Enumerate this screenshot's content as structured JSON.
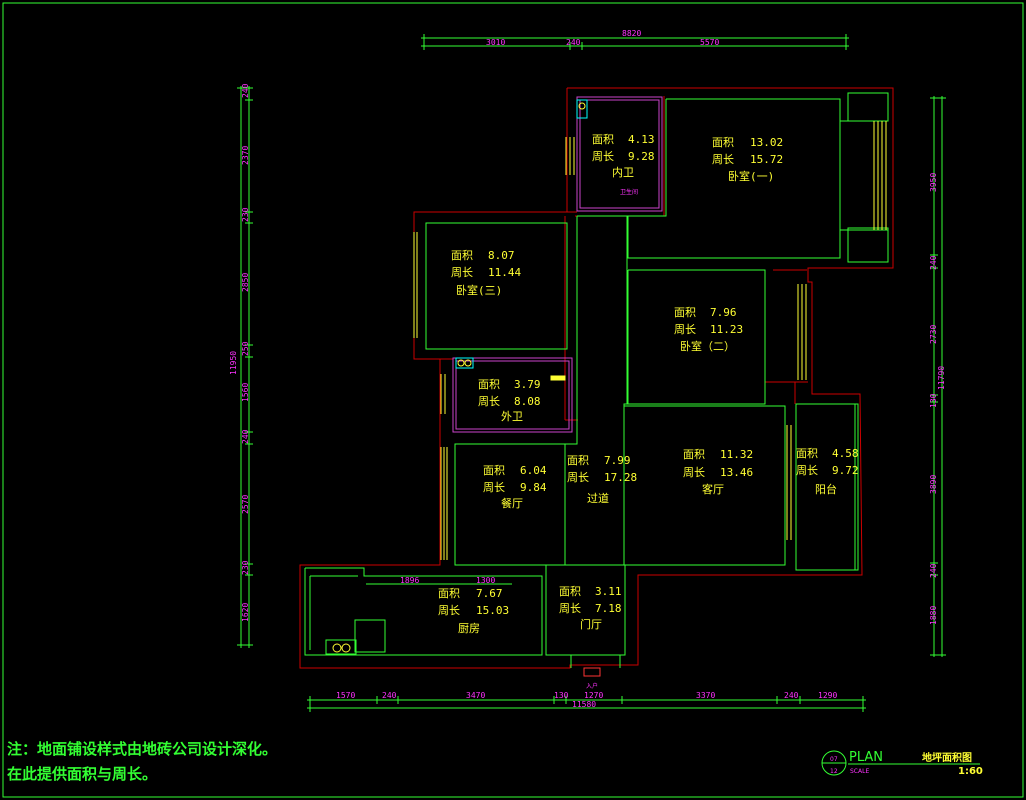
{
  "colors": {
    "background": "#000000",
    "wall_outer": "#cc0000",
    "wall_inner": "#33ff33",
    "dimension": "#ff33ff",
    "room_text": "#ffff33",
    "window": "#ffff33"
  },
  "plan": {
    "area_label": "面积",
    "perimeter_label": "周长",
    "rooms": [
      {
        "id": "inner-bath",
        "area": "4.13",
        "perimeter": "9.28",
        "name": "内卫"
      },
      {
        "id": "bedroom-1",
        "area": "13.02",
        "perimeter": "15.72",
        "name": "卧室(一)"
      },
      {
        "id": "bedroom-3",
        "area": "8.07",
        "perimeter": "11.44",
        "name": "卧室(三)"
      },
      {
        "id": "bedroom-2",
        "area": "7.96",
        "perimeter": "11.23",
        "name": "卧室（二）"
      },
      {
        "id": "outer-bath",
        "area": "3.79",
        "perimeter": "8.08",
        "name": "外卫"
      },
      {
        "id": "dining",
        "area": "6.04",
        "perimeter": "9.84",
        "name": "餐厅"
      },
      {
        "id": "corridor",
        "area": "7.99",
        "perimeter": "17.28",
        "name": "过道"
      },
      {
        "id": "living",
        "area": "11.32",
        "perimeter": "13.46",
        "name": "客厅"
      },
      {
        "id": "balcony",
        "area": "4.58",
        "perimeter": "9.72",
        "name": "阳台"
      },
      {
        "id": "kitchen",
        "area": "7.67",
        "perimeter": "15.03",
        "name": "厨房"
      },
      {
        "id": "entrance",
        "area": "3.11",
        "perimeter": "7.18",
        "name": "门厅"
      }
    ],
    "entrance_tag": "入户",
    "inner_bath_tag": "卫生间"
  },
  "dimensions": {
    "top_total": "8820",
    "top": [
      "3010",
      "240",
      "5570"
    ],
    "left_total": "11950",
    "left": [
      "240",
      "2370",
      "230",
      "2850",
      "250",
      "1560",
      "240",
      "2570",
      "230",
      "1620"
    ],
    "right_total": "11790",
    "right": [
      "3950",
      "240",
      "2730",
      "130",
      "3890",
      "240",
      "1880"
    ],
    "bottom_total": "11580",
    "bottom": [
      "1570",
      "240",
      "3470",
      "130",
      "1270",
      "3370",
      "240",
      "1290"
    ],
    "kitchen": [
      "1896",
      "1300"
    ]
  },
  "notes": {
    "line1": "注：地面铺设样式由地砖公司设计深化。",
    "line2": "在此提供面积与周长。"
  },
  "title_block": {
    "plan": "PLAN",
    "title": "地坪面积图",
    "scale_word": "SCALE",
    "scale": "1:60",
    "num_top": "07",
    "num_bottom": "12"
  }
}
